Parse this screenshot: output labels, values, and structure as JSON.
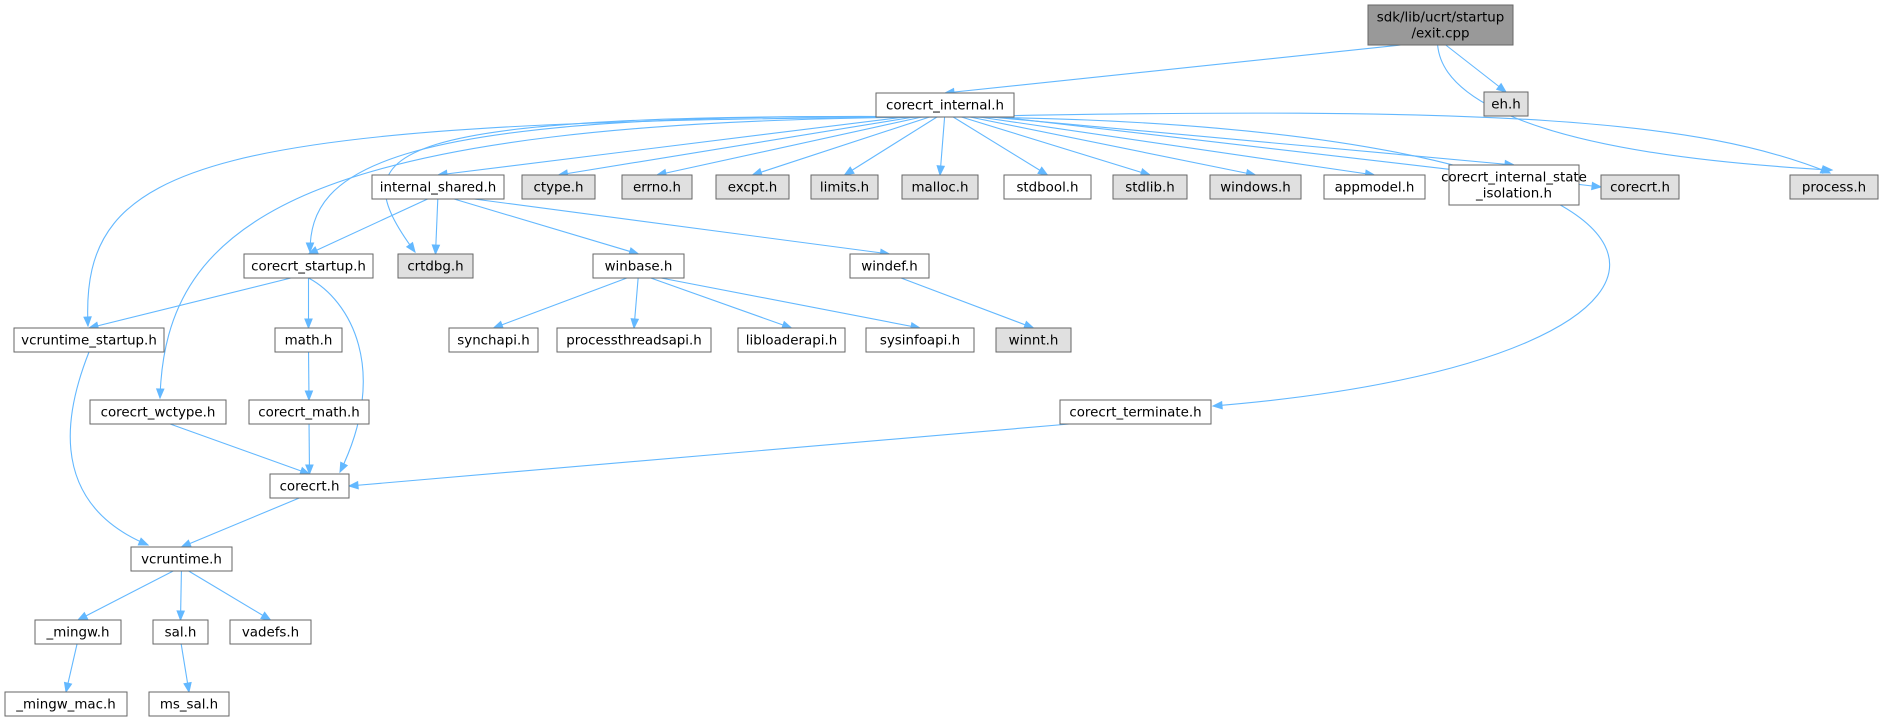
{
  "colors": {
    "root_fill": "#999999",
    "root_text": "#000000",
    "documented_fill": "#ffffff",
    "undocumented_fill": "#e0e0e0",
    "border": "#666666",
    "edge": "#63b8ff"
  },
  "nodes": {
    "exit_cpp": {
      "label": [
        "sdk/lib/ucrt/startup",
        "/exit.cpp"
      ],
      "kind": "root"
    },
    "eh_h": {
      "label": [
        "eh.h"
      ],
      "kind": "external"
    },
    "corecrt_internal_h": {
      "label": [
        "corecrt_internal.h"
      ],
      "kind": "doc"
    },
    "internal_shared_h": {
      "label": [
        "internal_shared.h"
      ],
      "kind": "doc"
    },
    "ctype_h": {
      "label": [
        "ctype.h"
      ],
      "kind": "external"
    },
    "errno_h": {
      "label": [
        "errno.h"
      ],
      "kind": "external"
    },
    "excpt_h": {
      "label": [
        "excpt.h"
      ],
      "kind": "external"
    },
    "limits_h": {
      "label": [
        "limits.h"
      ],
      "kind": "external"
    },
    "malloc_h": {
      "label": [
        "malloc.h"
      ],
      "kind": "external"
    },
    "stdbool_h": {
      "label": [
        "stdbool.h"
      ],
      "kind": "doc"
    },
    "stdlib_h": {
      "label": [
        "stdlib.h"
      ],
      "kind": "external"
    },
    "windows_h": {
      "label": [
        "windows.h"
      ],
      "kind": "external"
    },
    "appmodel_h": {
      "label": [
        "appmodel.h"
      ],
      "kind": "doc"
    },
    "corecrt_internal_state_isolation_h": {
      "label": [
        "corecrt_internal_state",
        "_isolation.h"
      ],
      "kind": "doc"
    },
    "corecrt_h_ext": {
      "label": [
        "corecrt.h"
      ],
      "kind": "external"
    },
    "process_h": {
      "label": [
        "process.h"
      ],
      "kind": "external"
    },
    "corecrt_startup_h": {
      "label": [
        "corecrt_startup.h"
      ],
      "kind": "doc"
    },
    "crtdbg_h": {
      "label": [
        "crtdbg.h"
      ],
      "kind": "external"
    },
    "winbase_h": {
      "label": [
        "winbase.h"
      ],
      "kind": "doc"
    },
    "windef_h": {
      "label": [
        "windef.h"
      ],
      "kind": "doc"
    },
    "vcruntime_startup_h": {
      "label": [
        "vcruntime_startup.h"
      ],
      "kind": "doc"
    },
    "math_h": {
      "label": [
        "math.h"
      ],
      "kind": "doc"
    },
    "synchapi_h": {
      "label": [
        "synchapi.h"
      ],
      "kind": "doc"
    },
    "processthreadsapi_h": {
      "label": [
        "processthreadsapi.h"
      ],
      "kind": "doc"
    },
    "libloaderapi_h": {
      "label": [
        "libloaderapi.h"
      ],
      "kind": "doc"
    },
    "sysinfoapi_h": {
      "label": [
        "sysinfoapi.h"
      ],
      "kind": "doc"
    },
    "winnt_h": {
      "label": [
        "winnt.h"
      ],
      "kind": "external"
    },
    "corecrt_wctype_h": {
      "label": [
        "corecrt_wctype.h"
      ],
      "kind": "doc"
    },
    "corecrt_math_h": {
      "label": [
        "corecrt_math.h"
      ],
      "kind": "doc"
    },
    "corecrt_terminate_h": {
      "label": [
        "corecrt_terminate.h"
      ],
      "kind": "doc"
    },
    "corecrt_h": {
      "label": [
        "corecrt.h"
      ],
      "kind": "doc"
    },
    "vcruntime_h": {
      "label": [
        "vcruntime.h"
      ],
      "kind": "doc"
    },
    "mingw_h": {
      "label": [
        "_mingw.h"
      ],
      "kind": "doc"
    },
    "sal_h": {
      "label": [
        "sal.h"
      ],
      "kind": "doc"
    },
    "vadefs_h": {
      "label": [
        "vadefs.h"
      ],
      "kind": "doc"
    },
    "mingw_mac_h": {
      "label": [
        "_mingw_mac.h"
      ],
      "kind": "doc"
    },
    "ms_sal_h": {
      "label": [
        "ms_sal.h"
      ],
      "kind": "doc"
    }
  },
  "edges": [
    [
      "exit_cpp",
      "corecrt_internal_h"
    ],
    [
      "exit_cpp",
      "eh_h"
    ],
    [
      "exit_cpp",
      "process_h"
    ],
    [
      "corecrt_internal_h",
      "internal_shared_h"
    ],
    [
      "corecrt_internal_h",
      "ctype_h"
    ],
    [
      "corecrt_internal_h",
      "errno_h"
    ],
    [
      "corecrt_internal_h",
      "excpt_h"
    ],
    [
      "corecrt_internal_h",
      "limits_h"
    ],
    [
      "corecrt_internal_h",
      "malloc_h"
    ],
    [
      "corecrt_internal_h",
      "stdbool_h"
    ],
    [
      "corecrt_internal_h",
      "stdlib_h"
    ],
    [
      "corecrt_internal_h",
      "windows_h"
    ],
    [
      "corecrt_internal_h",
      "appmodel_h"
    ],
    [
      "corecrt_internal_h",
      "corecrt_internal_state_isolation_h"
    ],
    [
      "corecrt_internal_h",
      "corecrt_h_ext"
    ],
    [
      "corecrt_internal_h",
      "process_h"
    ],
    [
      "corecrt_internal_h",
      "corecrt_startup_h"
    ],
    [
      "corecrt_internal_h",
      "crtdbg_h"
    ],
    [
      "corecrt_internal_h",
      "vcruntime_startup_h"
    ],
    [
      "corecrt_internal_h",
      "corecrt_wctype_h"
    ],
    [
      "corecrt_internal_h",
      "corecrt_terminate_h"
    ],
    [
      "internal_shared_h",
      "corecrt_startup_h"
    ],
    [
      "internal_shared_h",
      "crtdbg_h"
    ],
    [
      "internal_shared_h",
      "winbase_h"
    ],
    [
      "internal_shared_h",
      "windef_h"
    ],
    [
      "corecrt_startup_h",
      "vcruntime_startup_h"
    ],
    [
      "corecrt_startup_h",
      "math_h"
    ],
    [
      "corecrt_startup_h",
      "corecrt_h"
    ],
    [
      "winbase_h",
      "synchapi_h"
    ],
    [
      "winbase_h",
      "processthreadsapi_h"
    ],
    [
      "winbase_h",
      "libloaderapi_h"
    ],
    [
      "winbase_h",
      "sysinfoapi_h"
    ],
    [
      "windef_h",
      "winnt_h"
    ],
    [
      "vcruntime_startup_h",
      "vcruntime_h"
    ],
    [
      "math_h",
      "corecrt_math_h"
    ],
    [
      "corecrt_math_h",
      "corecrt_h"
    ],
    [
      "corecrt_wctype_h",
      "corecrt_h"
    ],
    [
      "corecrt_terminate_h",
      "corecrt_h"
    ],
    [
      "corecrt_h",
      "vcruntime_h"
    ],
    [
      "vcruntime_h",
      "mingw_h"
    ],
    [
      "vcruntime_h",
      "sal_h"
    ],
    [
      "vcruntime_h",
      "vadefs_h"
    ],
    [
      "mingw_h",
      "mingw_mac_h"
    ],
    [
      "sal_h",
      "ms_sal_h"
    ]
  ]
}
